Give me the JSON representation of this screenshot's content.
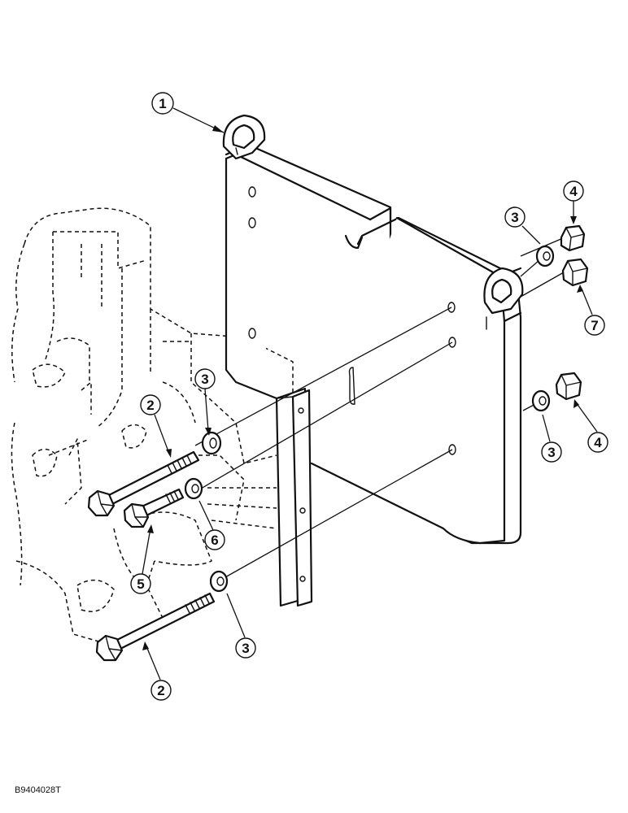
{
  "figure_id": "B9404028T",
  "callouts": [
    "1",
    "2",
    "2",
    "3",
    "3",
    "3",
    "3",
    "4",
    "4",
    "5",
    "6",
    "7"
  ],
  "colors": {
    "ink": "#111111",
    "paper": "#ffffff"
  }
}
